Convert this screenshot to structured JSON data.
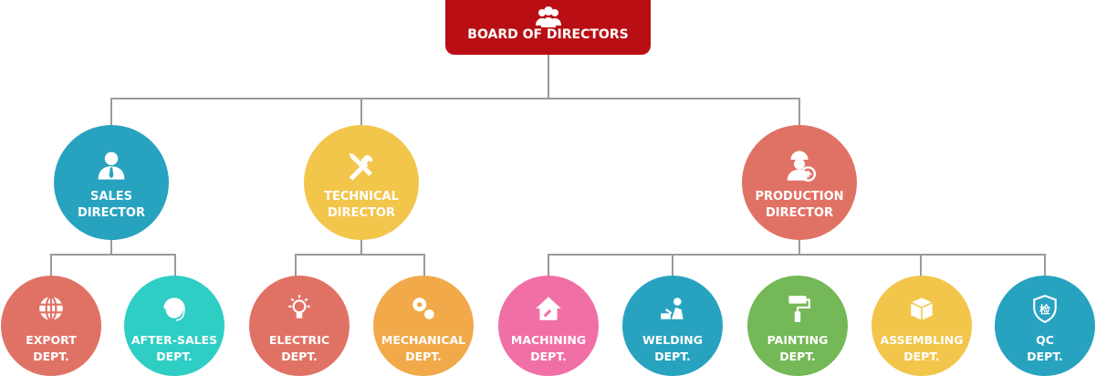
{
  "board": {
    "label": "BOARD OF DIRECTORS",
    "icon": "group-icon",
    "color": "#b90f14"
  },
  "directors": [
    {
      "line1": "SALES",
      "line2": "DIRECTOR",
      "icon": "businessman-icon",
      "color": "#27a3c0"
    },
    {
      "line1": "TECHNICAL",
      "line2": "DIRECTOR",
      "icon": "tools-icon",
      "color": "#f2c54b"
    },
    {
      "line1": "PRODUCTION",
      "line2": "DIRECTOR",
      "icon": "worker-icon",
      "color": "#e07265"
    }
  ],
  "departments": [
    {
      "line1": "EXPORT",
      "line2": "DEPT.",
      "icon": "globe-icon",
      "color": "#e07265"
    },
    {
      "line1": "AFTER-SALES",
      "line2": "DEPT.",
      "icon": "headset-icon",
      "color": "#2ecec4"
    },
    {
      "line1": "ELECTRIC",
      "line2": "DEPT.",
      "icon": "lightbulb-icon",
      "color": "#e07265"
    },
    {
      "line1": "MECHANICAL",
      "line2": "DEPT.",
      "icon": "gears-icon",
      "color": "#f1a94a"
    },
    {
      "line1": "MACHINING",
      "line2": "DEPT.",
      "icon": "house-wrench-icon",
      "color": "#f06fa5"
    },
    {
      "line1": "WELDING",
      "line2": "DEPT.",
      "icon": "welder-icon",
      "color": "#27a3c0"
    },
    {
      "line1": "PAINTING",
      "line2": "DEPT.",
      "icon": "paint-roller-icon",
      "color": "#74b857"
    },
    {
      "line1": "ASSEMBLING",
      "line2": "DEPT.",
      "icon": "box-icon",
      "color": "#f2c54b"
    },
    {
      "line1": "QC",
      "line2": "DEPT.",
      "icon": "shield-inspect-icon",
      "color": "#27a3c0"
    }
  ]
}
